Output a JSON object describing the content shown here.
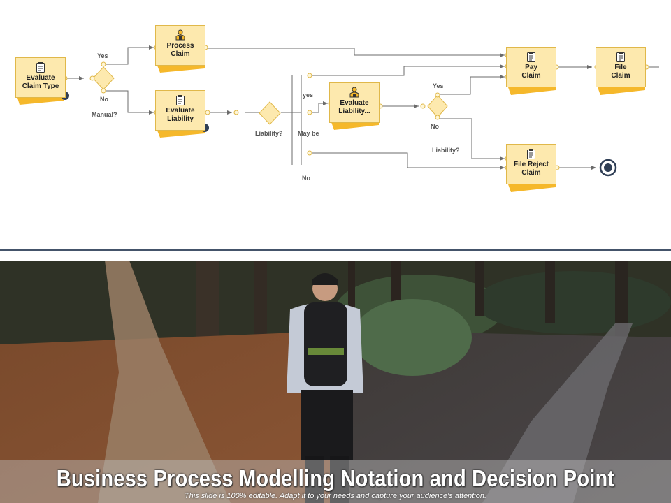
{
  "diagram": {
    "tasks": {
      "evaluate_claim_type": "Evaluate\nClaim Type",
      "process_claim": "Process\nClaim",
      "evaluate_liability": "Evaluate\nLiability",
      "evaluate_liability_2": "Evaluate\nLiability...",
      "pay_claim": "Pay\nClaim",
      "file_claim": "File\nClaim",
      "file_reject_claim": "File Reject\nClaim"
    },
    "labels": {
      "yes_1": "Yes",
      "no_1": "No",
      "manual": "Manual?",
      "liability_1": "Liability?",
      "yes_2": "yes",
      "may_be": "May be",
      "no_2": "No",
      "yes_3": "Yes",
      "no_3": "No",
      "liability_2": "Liability?"
    },
    "icons": {
      "clipboard": "clipboard-icon",
      "person": "person-icon"
    },
    "colors": {
      "task_fill": "#fde9ae",
      "task_border": "#e0b84a",
      "shadow_fold": "#f5b82b",
      "connector": "#6b6b6b",
      "start_event": "#2f3e55",
      "end_event": "#2f3e55"
    }
  },
  "footer": {
    "title": "Business Process Modelling Notation and Decision Point",
    "subtitle": "This slide is 100% editable. Adapt it to your needs and capture your audience's attention."
  }
}
